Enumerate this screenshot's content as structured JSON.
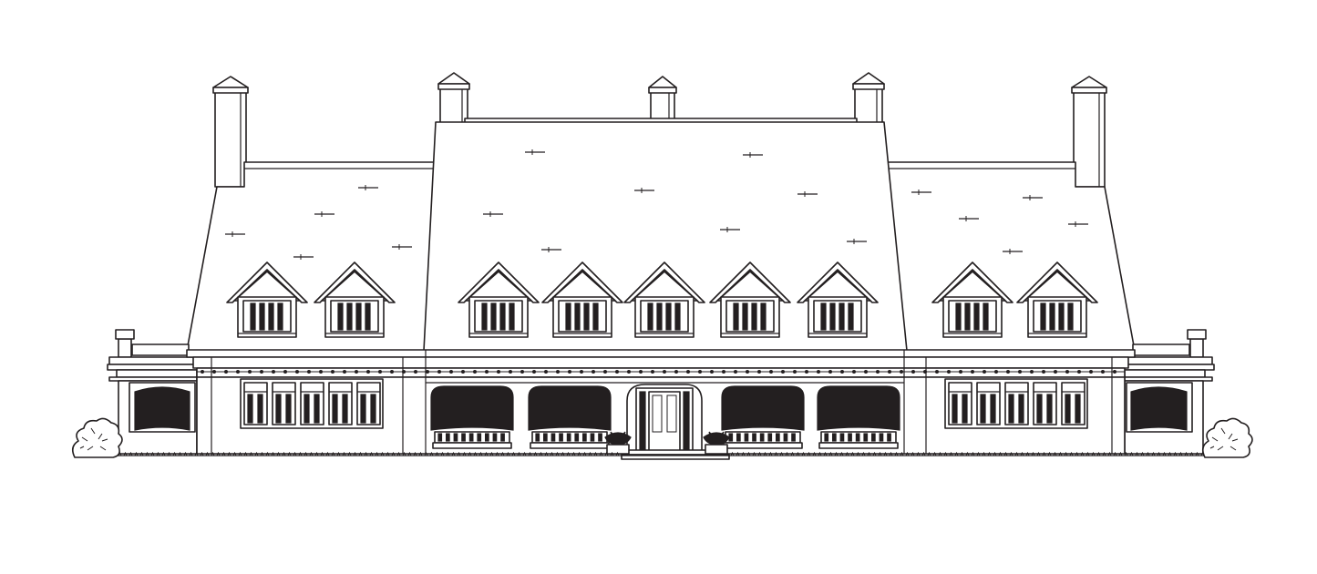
{
  "image": {
    "subject": "manor-house-front-elevation",
    "style": "black-line-drawing",
    "colors": {
      "ink": "#231f20",
      "paper": "#ffffff"
    }
  },
  "building": {
    "chimney_count": 5,
    "dormer_count": 9,
    "arched_porch_opening_count": 4,
    "end_pavilion_opening_count": 2,
    "wing_window_group_count": 2,
    "entry_door_count": 1,
    "urn_planter_count": 2,
    "shrub_count": 2
  }
}
